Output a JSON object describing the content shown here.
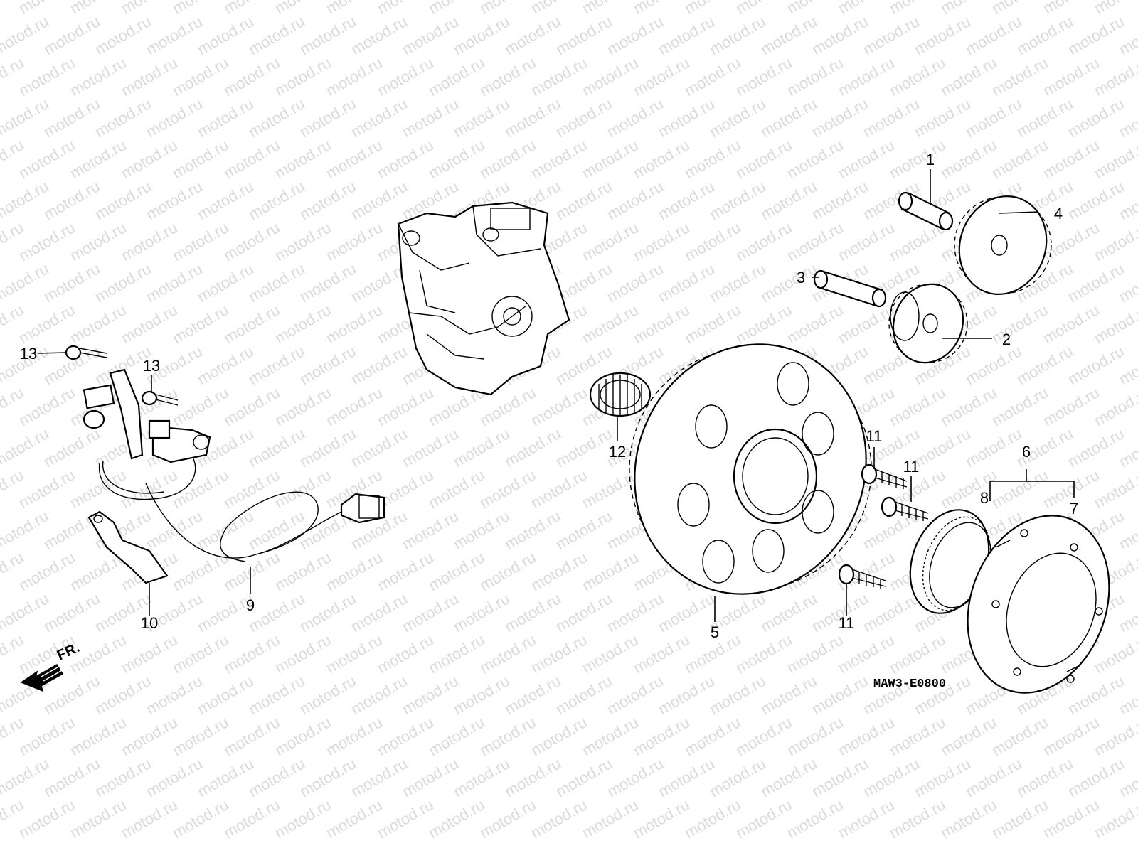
{
  "watermark": {
    "text": "motod.ru"
  },
  "diagram_code": "MAW3-E0800",
  "direction_label": "FR.",
  "callouts": [
    {
      "number": "1"
    },
    {
      "number": "2"
    },
    {
      "number": "3"
    },
    {
      "number": "4"
    },
    {
      "number": "5"
    },
    {
      "number": "6"
    },
    {
      "number": "7"
    },
    {
      "number": "8"
    },
    {
      "number": "9"
    },
    {
      "number": "10"
    },
    {
      "number": "11"
    },
    {
      "number": "11"
    },
    {
      "number": "11"
    },
    {
      "number": "12"
    },
    {
      "number": "13"
    },
    {
      "number": "13"
    }
  ],
  "icons": {
    "direction": "arrow-left-icon"
  }
}
